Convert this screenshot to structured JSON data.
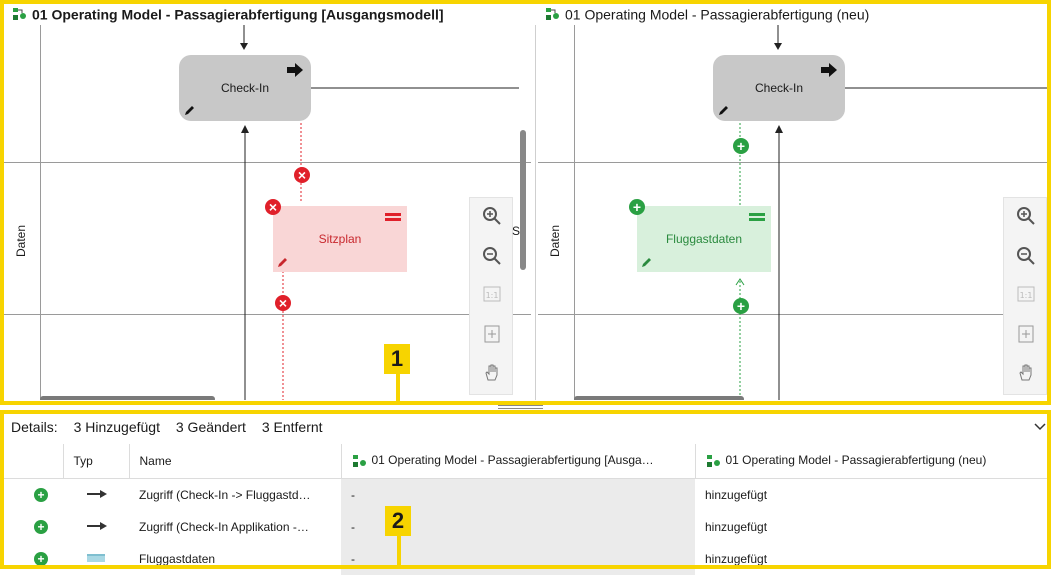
{
  "left_pane": {
    "title": "01 Operating Model - Passagierabfertigung [Ausgangsmodell]",
    "lane_label": "Daten",
    "process_node": "Check-In",
    "data_node": "Sitzplan",
    "partial_text": "S"
  },
  "right_pane": {
    "title": "01 Operating Model - Passagierabfertigung (neu)",
    "lane_label": "Daten",
    "process_node": "Check-In",
    "data_node": "Fluggastdaten"
  },
  "callouts": {
    "one": "1",
    "two": "2"
  },
  "details": {
    "label": "Details:",
    "added": "3 Hinzugefügt",
    "changed": "3 Geändert",
    "removed": "3 Entfernt"
  },
  "table": {
    "headers": {
      "typ": "Typ",
      "name": "Name",
      "col_left": "01 Operating Model - Passagierabfertigung [Ausga…",
      "col_right": "01 Operating Model - Passagierabfertigung (neu)"
    },
    "rows": [
      {
        "name": "Zugriff (Check-In -> Fluggastd…",
        "left": "-",
        "right": "hinzugefügt",
        "type_icon": "arrow-icon"
      },
      {
        "name": "Zugriff (Check-In Applikation -…",
        "left": "-",
        "right": "hinzugefügt",
        "type_icon": "arrow-icon"
      },
      {
        "name": "Fluggastdaten",
        "left": "-",
        "right": "hinzugefügt",
        "type_icon": "data-object-icon"
      }
    ]
  },
  "colors": {
    "highlight": "#f7d400",
    "removed": "#e0202a",
    "added": "#2aa043",
    "removed_fill": "#f9d6d6",
    "added_fill": "#d8f0dc"
  }
}
